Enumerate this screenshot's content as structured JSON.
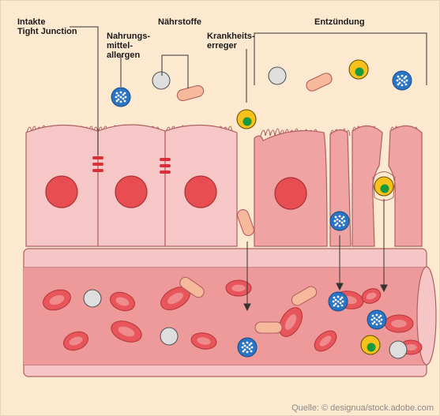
{
  "labels": {
    "tight_junction": "Intakte\nTight Junction",
    "food_allergens": "Nahrungs-\nmittel-\nallergen",
    "nutrients": "Nährstoffe",
    "pathogens": "Krankheits-\nerreger",
    "inflammation": "Entzündung"
  },
  "source": "Quelle: © designua/stock.adobe.com",
  "colors": {
    "background": "#fde9cf",
    "cell_healthy": "#f7c7c7",
    "cell_inflamed": "#f0a3a3",
    "nucleus": "#e84d52",
    "vessel_wall": "#f6c6c6",
    "vessel_lumen": "#ee9a9a",
    "red_blood_cell": "#e8555a",
    "tight_junction": "#d6313a",
    "nutrient_rod": "#f7b99c",
    "nutrient_sphere": "#dedede",
    "allergen": "#2a74c6",
    "pathogen_outer": "#f5c11a",
    "pathogen_inner": "#179a3d"
  },
  "icons": [
    "epithelial-cell",
    "nucleus",
    "tight-junction",
    "red-blood-cell",
    "allergen-particle",
    "nutrient-rod",
    "nutrient-sphere",
    "pathogen"
  ]
}
